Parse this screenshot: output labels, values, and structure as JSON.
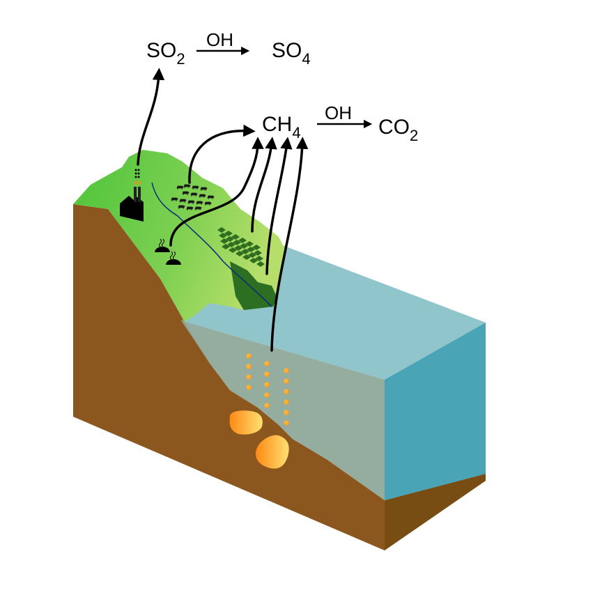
{
  "title": "Methane and sulfur dioxide emission sources diagram",
  "reactions": [
    {
      "id": "sulfur",
      "reactant": {
        "base": "SO",
        "subscript": "2"
      },
      "oxidant": "OH",
      "product": {
        "base": "SO",
        "subscript": "4"
      }
    },
    {
      "id": "methane",
      "reactant": {
        "base": "CH",
        "subscript": "4"
      },
      "oxidant": "OH",
      "product": {
        "base": "CO",
        "subscript": "2"
      }
    }
  ],
  "sources": [
    {
      "name": "factory",
      "emits": "SO2"
    },
    {
      "name": "livestock",
      "emits": "CH4"
    },
    {
      "name": "landfill",
      "emits": "CH4"
    },
    {
      "name": "rice-paddies",
      "emits": "CH4"
    },
    {
      "name": "wetland",
      "emits": "CH4"
    },
    {
      "name": "ocean-seabed-hydrates",
      "emits": "CH4"
    }
  ],
  "colors": {
    "soil": "#8b571f",
    "soil_dark": "#774d13",
    "land_green": "#66c84a",
    "land_light": "#a3d964",
    "wetland": "#2c6e22",
    "paddy": "#2f6d20",
    "water_top": "#8dd4e6",
    "water_side": "#35aacb",
    "water_overlay": "#93b8b6",
    "hydrate": "#ff9a2a",
    "arrow": "#000000"
  }
}
